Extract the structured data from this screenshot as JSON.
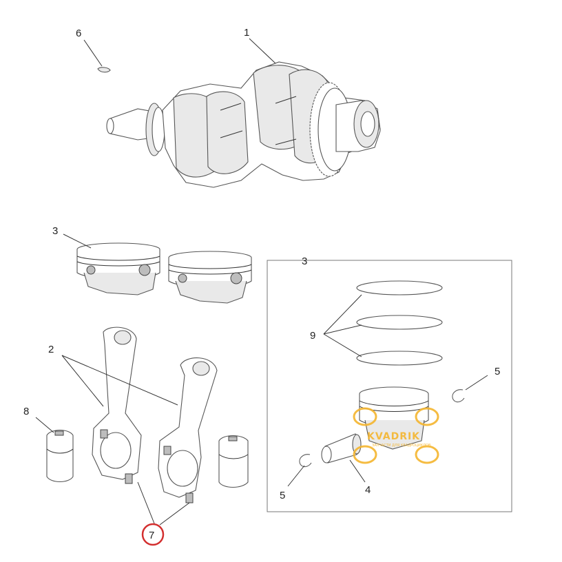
{
  "diagram": {
    "callouts": {
      "c1": "1",
      "c2": "2",
      "c3a": "3",
      "c3b": "3",
      "c4": "4",
      "c5a": "5",
      "c5b": "5",
      "c6": "6",
      "c7": "7",
      "c8": "8",
      "c9": "9"
    },
    "highlight": {
      "callout": "7",
      "color": "#d32f2f"
    },
    "watermark": {
      "brand": "KVADRIK",
      "tagline": "ЗАПЧАСТИ ДЛЯ КВАДРОЦИКЛОВ",
      "color": "#f5b52e"
    }
  }
}
